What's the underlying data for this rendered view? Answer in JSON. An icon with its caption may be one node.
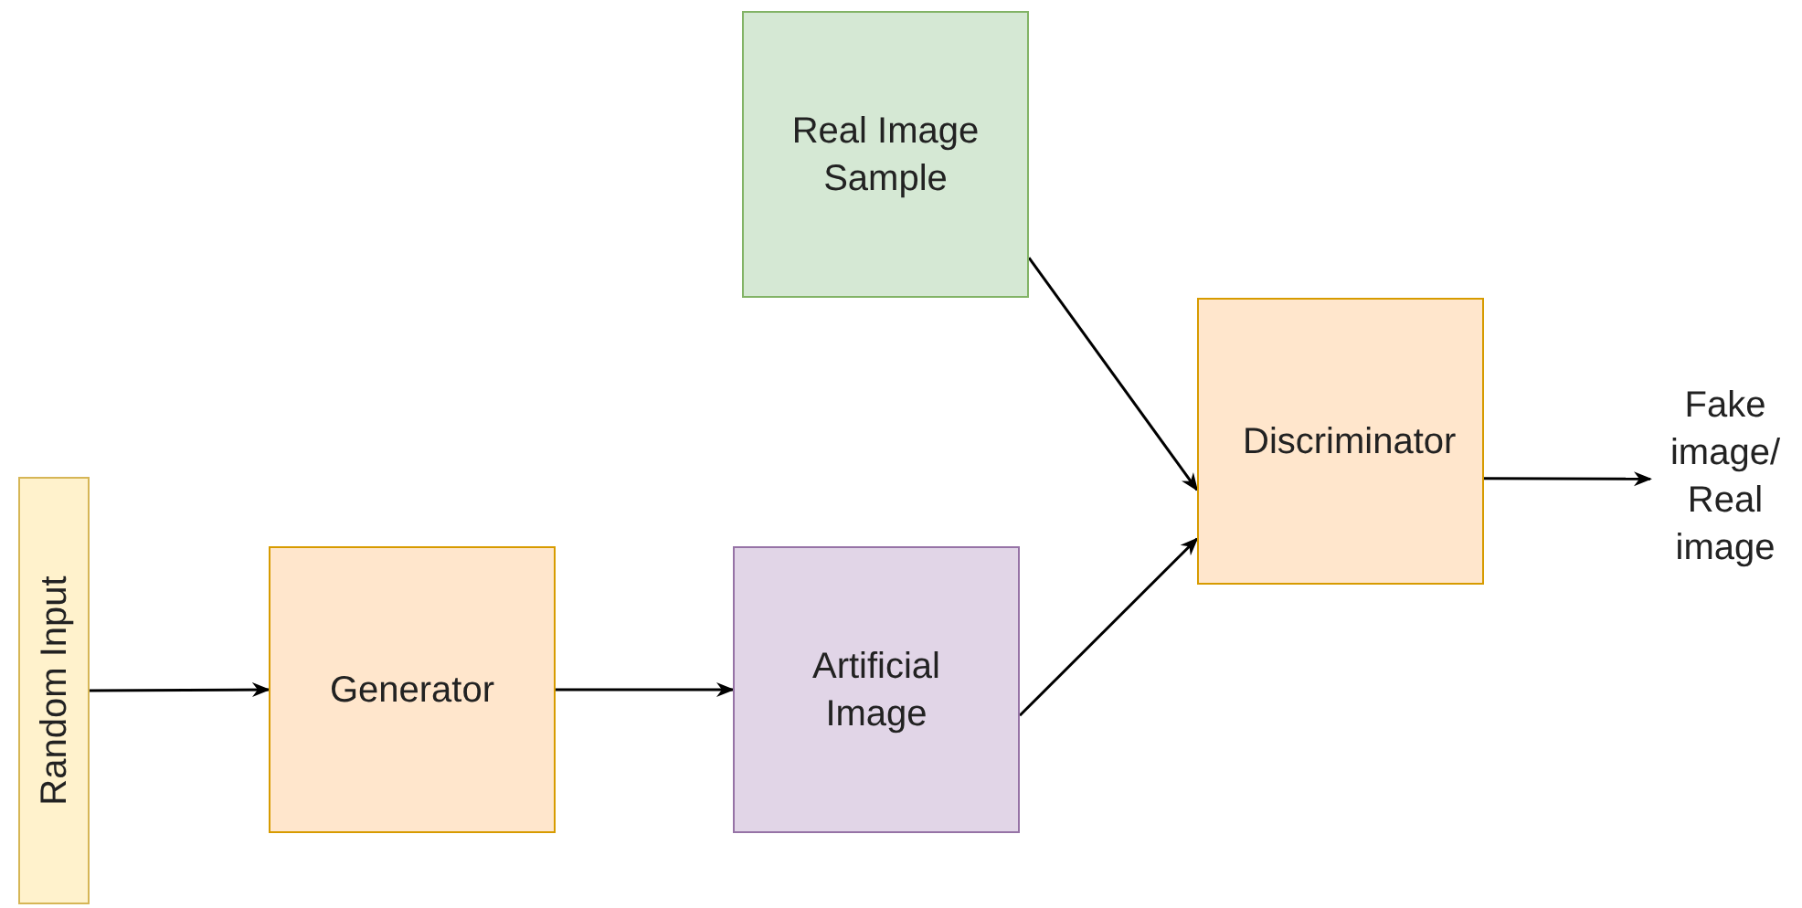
{
  "diagram": {
    "nodes": [
      {
        "text": [
          "Random Input"
        ]
      },
      {
        "text": [
          "Generator"
        ]
      },
      {
        "text": [
          "Artificial Image"
        ]
      },
      {
        "text": [
          "Real Image Sample"
        ]
      },
      {
        "text": [
          "Discriminator"
        ]
      },
      {
        "text": [
          "Fake image/ Real image"
        ]
      }
    ],
    "edges": [
      {
        "from": 0,
        "to": 1,
        "arrow": "to"
      },
      {
        "from": 1,
        "to": 2,
        "arrow": "to"
      },
      {
        "from": 3,
        "to": 4,
        "arrow": "to"
      },
      {
        "from": 2,
        "to": 4,
        "arrow": "to"
      },
      {
        "from": 4,
        "to": 5,
        "arrow": "to"
      }
    ]
  }
}
